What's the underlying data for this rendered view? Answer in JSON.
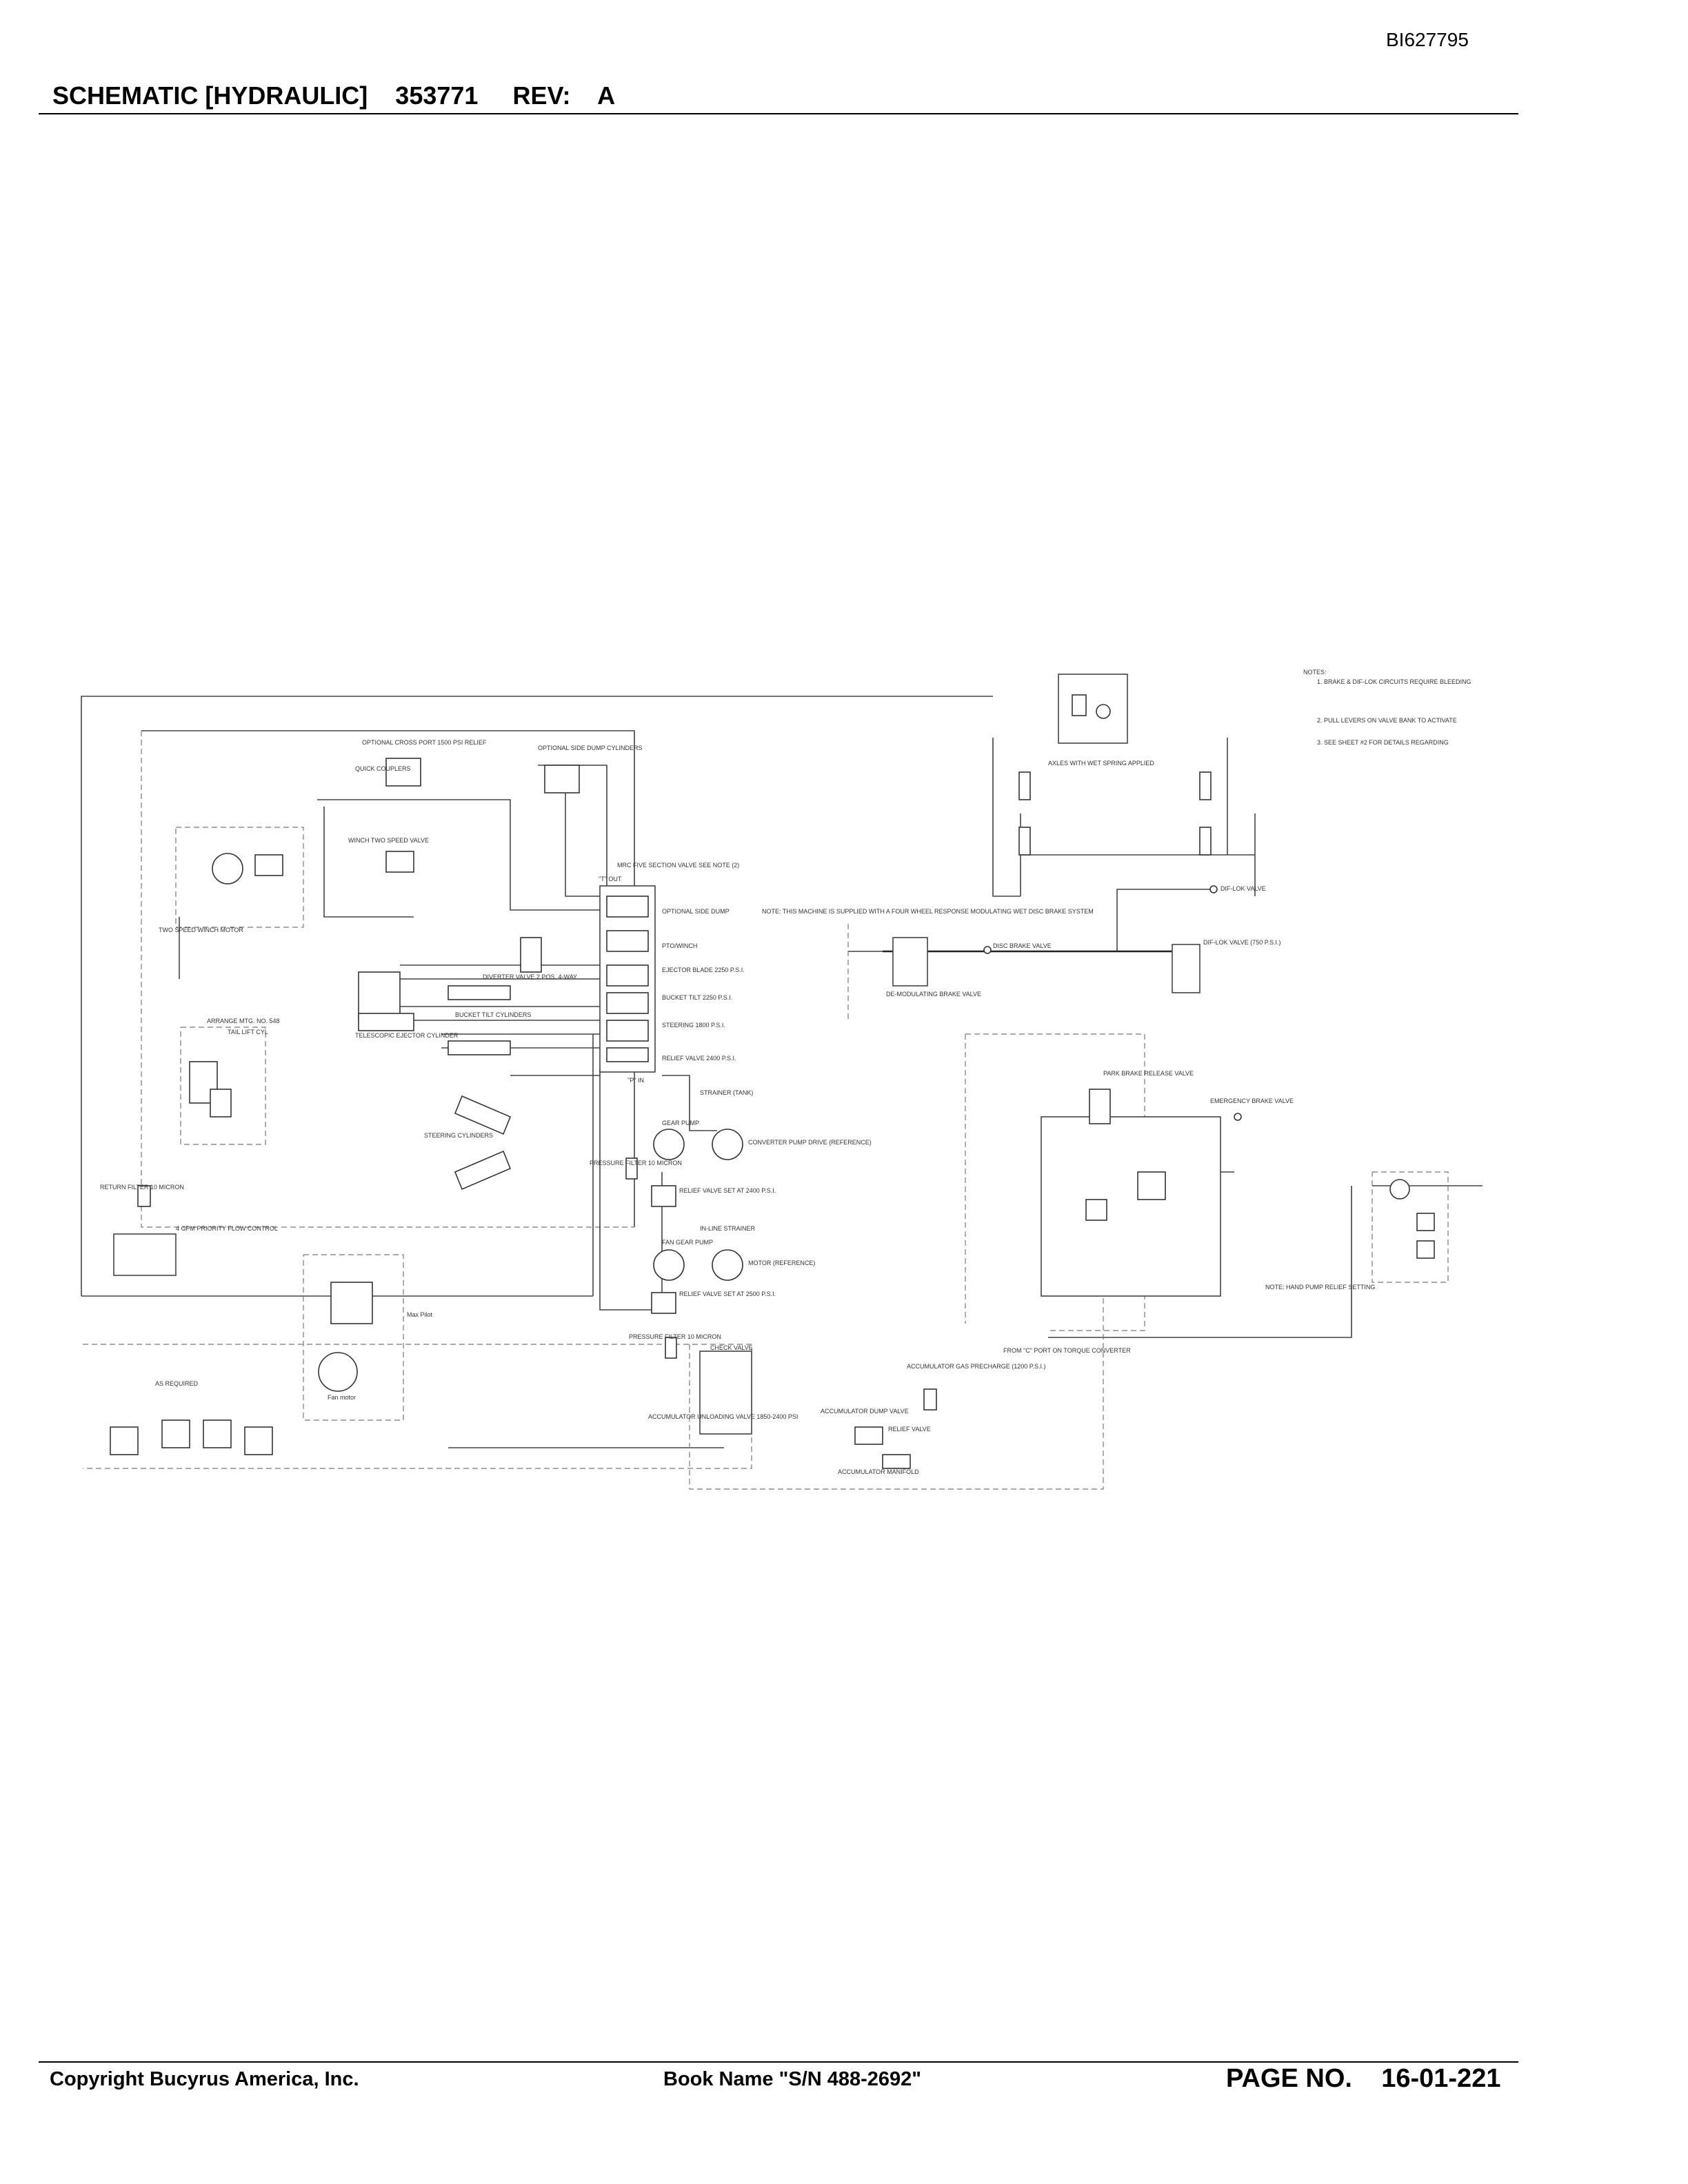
{
  "header": {
    "doc_id": "BI627795",
    "title": "SCHEMATIC [HYDRAULIC]    353771     REV:    A"
  },
  "footer": {
    "copyright": "Copyright Bucyrus America, Inc.",
    "book_name": "Book Name \"S/N 488-2692\"",
    "page_no": "PAGE NO.    16-01-221"
  },
  "diagram": {
    "labels": {
      "notes": "NOTES:",
      "note1": "1. BRAKE & DIF-LOK CIRCUITS REQUIRE BLEEDING",
      "note2": "2. PULL LEVERS ON VALVE BANK TO ACTIVATE",
      "note3": "3. SEE SHEET #2 FOR DETAILS REGARDING",
      "axles": "AXLES WITH WET SPRING APPLIED",
      "winch_valve": "WINCH TWO SPEED VALVE",
      "winch_motor": "TWO SPEED WINCH MOTOR",
      "quick_couplers": "QUICK COUPLERS",
      "optional_cross_port": "OPTIONAL CROSS PORT 1500 PSI RELIEF",
      "optional_side_dump": "OPTIONAL SIDE DUMP CYLINDERS",
      "five_section_valve": "MRC FIVE SECTION VALVE SEE NOTE (2)",
      "optional_side_dump_section": "OPTIONAL SIDE DUMP",
      "pto_winch": "PTO/WINCH",
      "ejector_blade": "EJECTOR BLADE 2250 P.S.I.",
      "bucket_tilt": "BUCKET TILT 2250 P.S.I.",
      "steering_section": "STEERING 1800 P.S.I.",
      "relief_valve_main": "RELIEF VALVE 2400 P.S.I.",
      "diverter_valve": "DIVERTER VALVE 2 POS, 4-WAY",
      "bucket_tilt_cyl": "BUCKET TILT CYLINDERS",
      "telescopic_ejector": "TELESCOPIC EJECTOR CYLINDER",
      "steering_cyl": "STEERING CYLINDERS",
      "arrangement": "ARRANGE MTG. NO. 548",
      "lift_cyl": "TAIL LIFT CYL",
      "strainer_tank": "STRAINER (TANK)",
      "gear_pump": "GEAR PUMP",
      "converter_pump": "CONVERTER PUMP DRIVE (REFERENCE)",
      "pressure_filter": "PRESSURE FILTER 10 MICRON",
      "relief_set_at": "RELIEF VALVE SET AT 2400 P.S.I.",
      "inline_strainer": "IN-LINE STRAINER",
      "fan_pump": "FAN GEAR PUMP",
      "motor_ref": "MOTOR (REFERENCE)",
      "relief_fan": "RELIEF VALVE SET AT 2500 P.S.I.",
      "return_filter": "RETURN FILTER 10 MICRON",
      "priority_flow": "4 GPM PRIORITY FLOW CONTROL",
      "pressure_filter2": "PRESSURE FILTER 10 MICRON",
      "check_valve": "CHECK VALVE",
      "accumulator_valve": "ACCUMULATOR UNLOADING VALVE 1850-2400 PSI",
      "accumulator": "ACCUMULATOR GAS PRECHARGE (1200 P.S.I.)",
      "accumulator_manifold": "ACCUMULATOR MANIFOLD",
      "accumulator_dump": "ACCUMULATOR DUMP VALVE",
      "relief_2": "RELIEF VALVE",
      "note_brakes": "NOTE: THIS MACHINE IS SUPPLIED WITH A FOUR WHEEL RESPONSE MODULATING WET DISC BRAKE SYSTEM",
      "disc_brake_valve": "DISC BRAKE VALVE",
      "de_modulating": "DE-MODULATING BRAKE VALVE",
      "dif_lok_valve": "DIF-LOK VALVE",
      "dif_lok_relief": "DIF-LOK VALVE (750 P.S.I.)",
      "park_brake": "PARK BRAKE RELEASE VALVE",
      "emergency_brake": "EMERGENCY BRAKE VALVE",
      "hand_pump": "NOTE: HAND PUMP RELIEF SETTING",
      "from_c_port": "FROM \"C\" PORT ON TORQUE CONVERTER",
      "fan_motor": "Fan motor",
      "max_pilot": "Max Pilot",
      "as_required": "AS REQUIRED",
      "port_t": "\"T\" OUT",
      "port_p": "\"P\" IN"
    }
  }
}
